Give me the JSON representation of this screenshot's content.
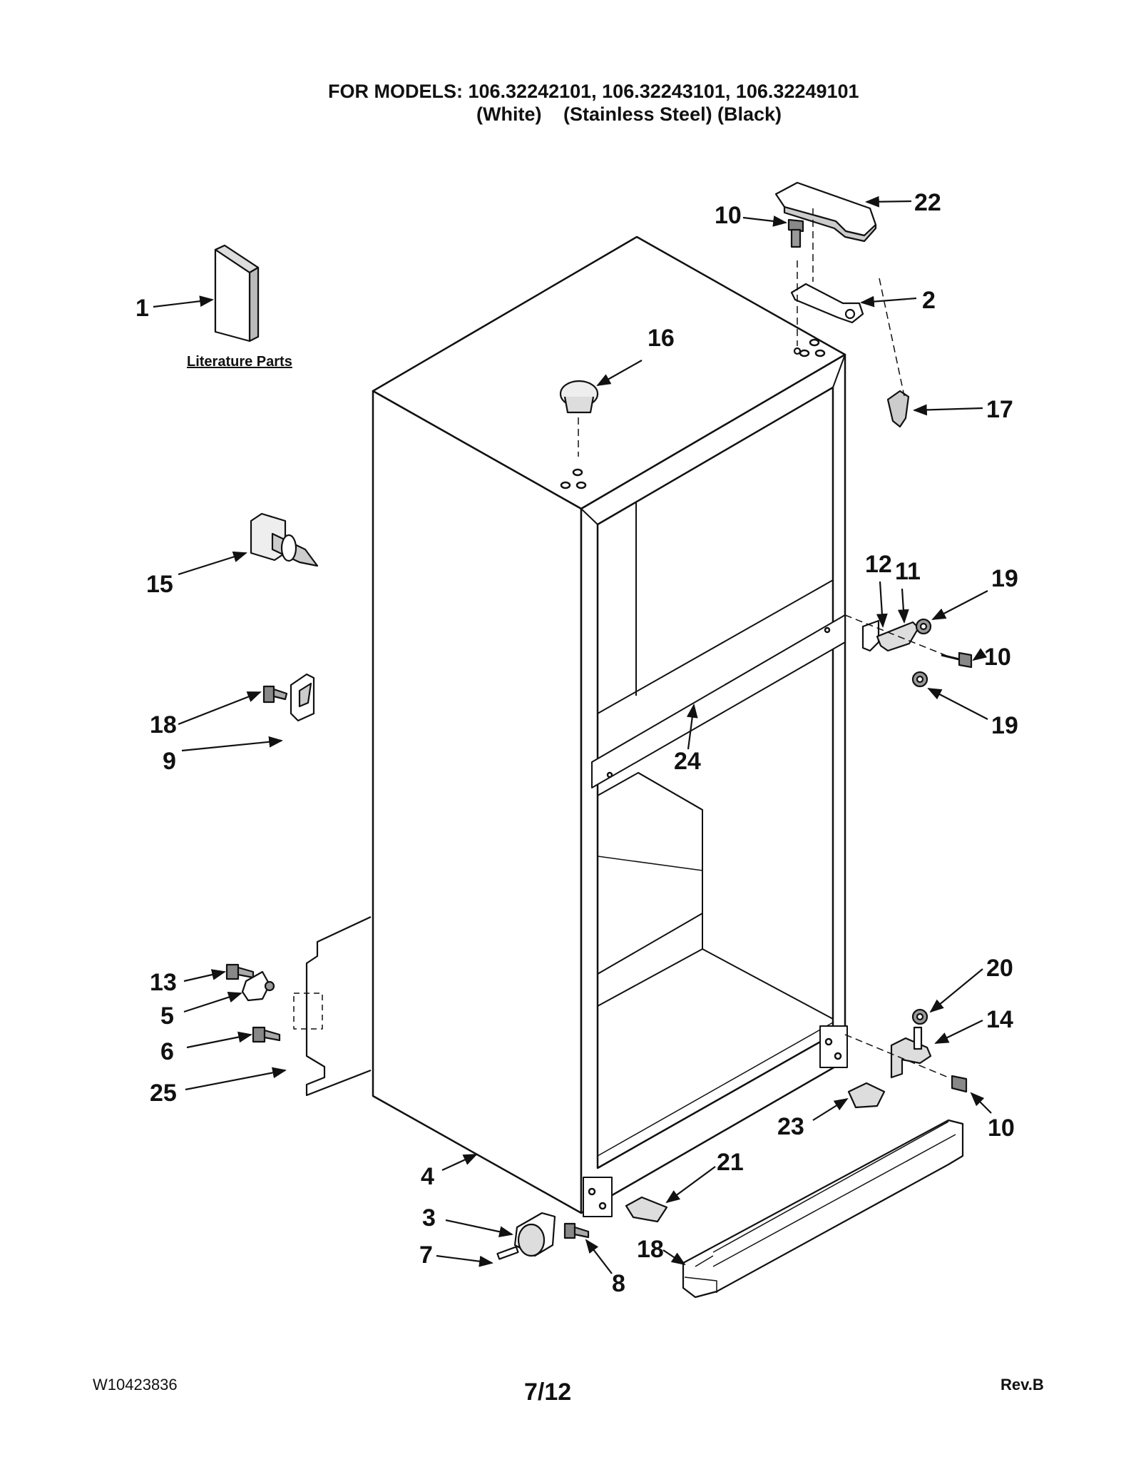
{
  "header": {
    "models_line": "FOR MODELS: 106.32242101, 106.32243101, 106.32249101",
    "finish_white": "(White)",
    "finish_stainless": "(Stainless Steel)",
    "finish_black": "(Black)"
  },
  "literature_label": "Literature Parts",
  "callouts": {
    "c1": "1",
    "c2": "2",
    "c3": "3",
    "c4": "4",
    "c5": "5",
    "c6": "6",
    "c7": "7",
    "c8": "8",
    "c9": "9",
    "c10a": "10",
    "c10b": "10",
    "c10c": "10",
    "c11": "11",
    "c12": "12",
    "c13": "13",
    "c14": "14",
    "c15": "15",
    "c16": "16",
    "c17": "17",
    "c18a": "18",
    "c18b": "18",
    "c19a": "19",
    "c19b": "19",
    "c20": "20",
    "c21": "21",
    "c22": "22",
    "c23": "23",
    "c24": "24",
    "c25": "25"
  },
  "footer": {
    "doc_number": "W10423836",
    "page": "7/12",
    "revision": "Rev.B"
  }
}
